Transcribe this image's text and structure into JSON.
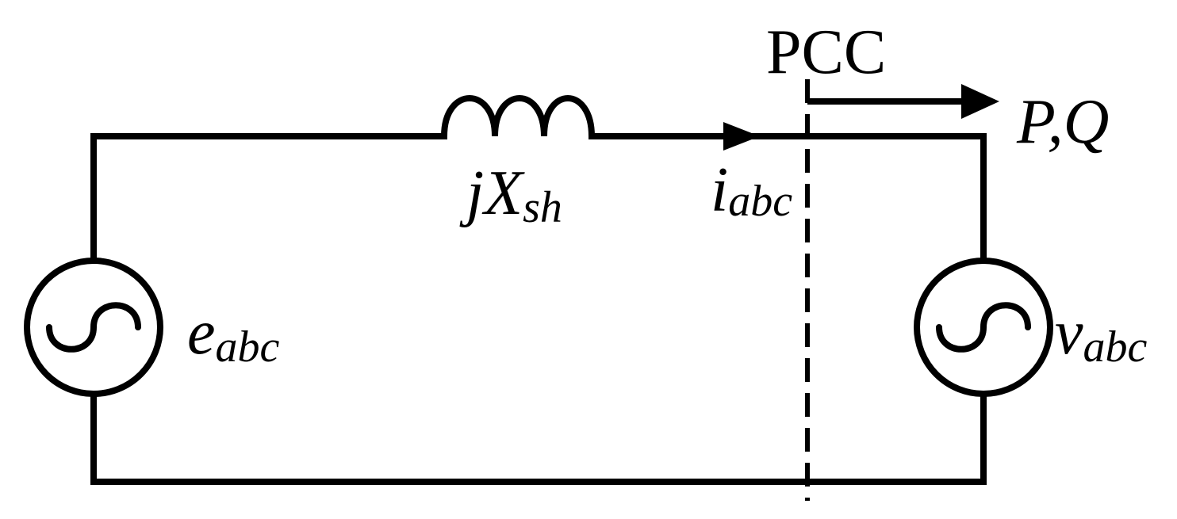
{
  "labels": {
    "pcc": "PCC",
    "power": {
      "p": "P",
      "comma": ",",
      "q": "Q"
    },
    "reactance": {
      "base": "jX",
      "sub": "sh"
    },
    "current": {
      "base": "i",
      "sub": "abc"
    },
    "source_left": {
      "base": "e",
      "sub": "abc"
    },
    "source_right": {
      "base": "v",
      "sub": "abc"
    }
  },
  "colors": {
    "line": "#000000",
    "background": "#ffffff"
  }
}
